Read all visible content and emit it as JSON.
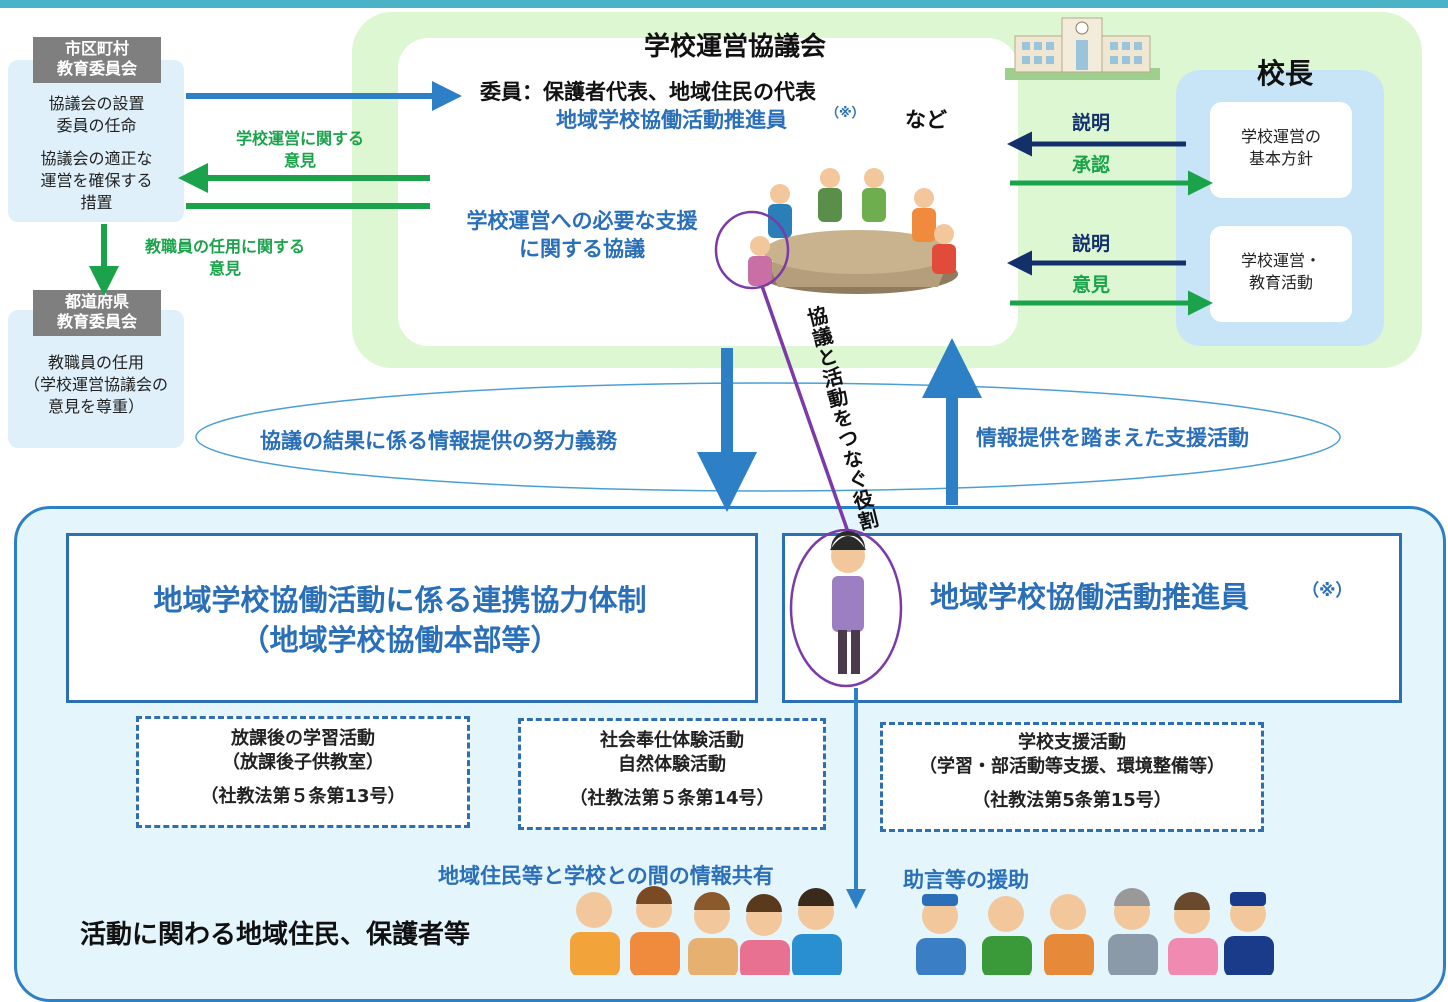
{
  "city_board": {
    "header": "市区町村\n教育委員会",
    "line1": "協議会の設置\n委員の任命",
    "line2": "協議会の適正な\n運営を確保する\n措置"
  },
  "pref_board": {
    "header": "都道府県\n教育委員会",
    "body": "教職員の任用\n（学校運営協議会の\n意見を尊重）"
  },
  "council": {
    "title": "学校運営協議会",
    "members_prefix": "委員：保護者代表、地域住民の代表",
    "members_promoter": "地域学校協働活動推進員",
    "members_mark": "（※）",
    "members_suffix": "など",
    "discussion": "学校運営への必要な支援\nに関する協議"
  },
  "principal": {
    "title": "校長",
    "box1": "学校運営の\n基本方針",
    "box2": "学校運営・\n教育活動"
  },
  "arrows": {
    "explain1": "説明",
    "approve": "承認",
    "explain2": "説明",
    "opinion": "意見",
    "council_to_city": "学校運営に関する\n意見",
    "city_to_pref": "教職員の任用に関する\n意見",
    "role": "協議と活動をつなぐ役割"
  },
  "ellipse": {
    "left": "協議の結果に係る情報提供の努力義務",
    "right": "情報提供を踏まえた支援活動"
  },
  "bottom": {
    "system_title": "地域学校協働活動に係る連携協力体制\n（地域学校協働本部等）",
    "promoter_title": "地域学校協働活動推進員",
    "promoter_mark": "（※）",
    "activity1_title": "放課後の学習活動\n（放課後子供教室）",
    "activity1_law": "（社教法第５条第13号）",
    "activity2_title": "社会奉仕体験活動\n自然体験活動",
    "activity2_law": "（社教法第５条第14号）",
    "activity3_title": "学校支援活動\n（学習・部活動等支援、環境整備等）",
    "activity3_law": "（社教法第5条第15号）",
    "info_share": "地域住民等と学校との間の情報共有",
    "advice": "助言等の援助",
    "residents": "活動に関わる地域住民、保護者等"
  },
  "colors": {
    "frame_blue": "#2d7fc6",
    "green": "#1ba34c",
    "navy": "#13306b",
    "purple": "#7b3aa8",
    "light_green": "#dcf7d2",
    "light_blue": "#e4f5fc"
  }
}
